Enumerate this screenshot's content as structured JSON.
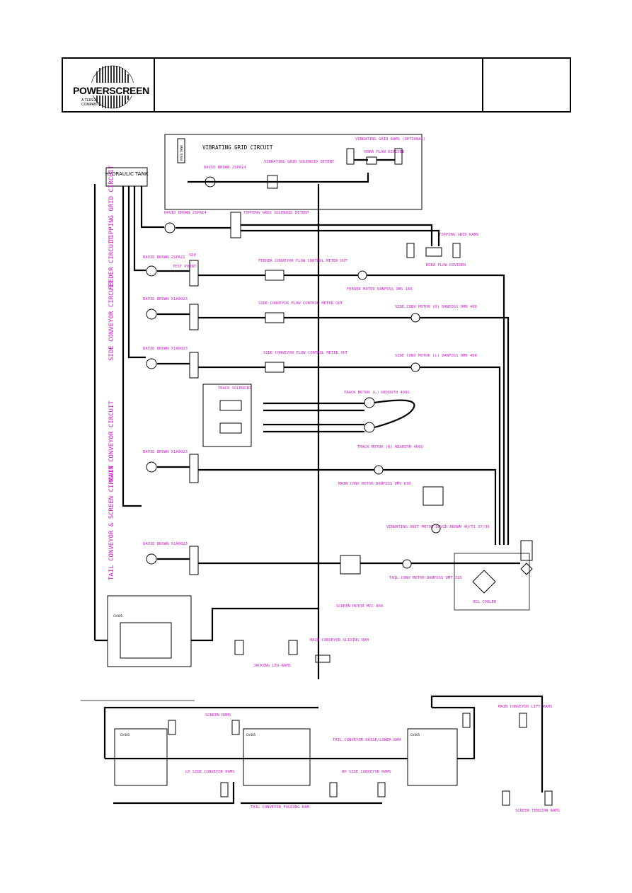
{
  "title_block": {
    "logo_text": "POWERSCREEN",
    "logo_subtitle_1": "A TEREX",
    "logo_subtitle_2": "COMPANY"
  },
  "circuits": {
    "vibrating_grid": {
      "title": "VIBRATING GRID CIRCUIT",
      "pump": "DAVID BROWN 2SPA14",
      "solenoid": "VIBRATING GRID SOLENOID DETENT",
      "rams": "VIBRATING GRID RAMS (OPTIONAL)",
      "flow_divider": "RORA FLOW DIVIDER"
    },
    "tipping_grid": {
      "side_label": "TIPPING GRID CIRCUIT",
      "pump": "DAVID BROWN 2SPA14",
      "solenoid": "TIPPING GRID SOLENOID DETENT",
      "rams": "TIPPING GRID RAMS",
      "flow_divider": "RORA FLOW DIVIDER"
    },
    "feeder": {
      "side_label": "FEEDER CIRCUIT",
      "pump": "DAVID BROWN 2SPA22",
      "test_point": "TEST POINT",
      "valve": "FEEDER CONVEYOR FLOW CONTROL METER OUT",
      "motor": "FEEDER MOTOR DANFOSS OMS 160"
    },
    "side_conveyor": {
      "side_label": "SIDE CONVEYOR CIRCUIT",
      "pump": "DAVID BROWN X1A0023",
      "valve": "SIDE CONVEYOR FLOW CONTROL METER OUT",
      "motor": "SIDE CONV MOTOR (R) DANFOSS OMR 400",
      "motor_2": "SIDE CONV MOTOR (L) DANFOSS OMR 400"
    },
    "track": {
      "solenoid": "TRACK SOLENOID",
      "motor_1": "TRACK MOTOR (L) REXROTH 400S",
      "motor_2": "TRACK MOTOR (R) REXROTH 400S"
    },
    "main_conveyor": {
      "side_label": "MAIN CONVEYOR CIRCUIT",
      "pump": "DAVID BROWN X1A0023",
      "motor": "MAIN CONV MOTOR DANFOSS OMV 630",
      "vib_motor": "VIBRATING UNIT MOTOR DAVID BROWN 40/T1 37/36"
    },
    "tail_screen": {
      "side_label": "TAIL CONVEYOR & SCREEN CIRCUIT",
      "pump": "DAVID BROWN X1A0023",
      "screen_motor": "SCREEN MOTOR MCC 850",
      "tail_motor": "TAIL CONV MOTOR DANFOSS OMT 315",
      "oil_cooler": "OIL COOLER"
    },
    "other": {
      "hydraulic_tank": "HYDRAULIC TANK",
      "srv": "SRV",
      "jacking_leg_rams": "JACKING LEG RAMS",
      "main_slide_ram": "MAIN CONVEYOR SLIDING RAM",
      "screen_rams": "SCREEN RAMS",
      "tail_raise_ram": "TAIL CONVEYOR RAISE/LOWER RAM",
      "lh_side_rams": "LH SIDE CONVEYOR RAMS",
      "rh_side_rams": "RH SIDE CONVEYOR RAMS",
      "tail_folding_ram": "TAIL CONVEYOR FOLDING RAM",
      "main_lift_rams": "MAIN CONVEYOR LIFT RAMS",
      "screen_tension_rams": "SCREEN TENSION RAMS",
      "valve_bank": "CV405",
      "pressure_tank": "PRES TANK"
    }
  },
  "colors": {
    "annotation": "#d11acd",
    "lines": "#000000"
  }
}
